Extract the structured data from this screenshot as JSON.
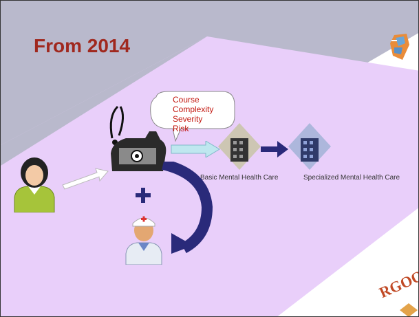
{
  "slide": {
    "title": "From 2014",
    "bubble_lines": [
      "Course",
      "Complexity",
      "Severity",
      "Risk"
    ],
    "basic_care": "Basic Mental Health Care",
    "specialized_care": "Specialized Mental Health Care",
    "logo_text": "RGOO"
  },
  "colors": {
    "gray_band": "#b9b9cc",
    "lavender": "#e9cffa",
    "title": "#a0281e",
    "navy_arrow": "#2a2a7a"
  },
  "icons": [
    "patient-icon",
    "gp-bag-icon",
    "basic-care-building-icon",
    "specialized-care-building-icon",
    "doctor-icon",
    "plus-icon",
    "world-logo-icon"
  ]
}
